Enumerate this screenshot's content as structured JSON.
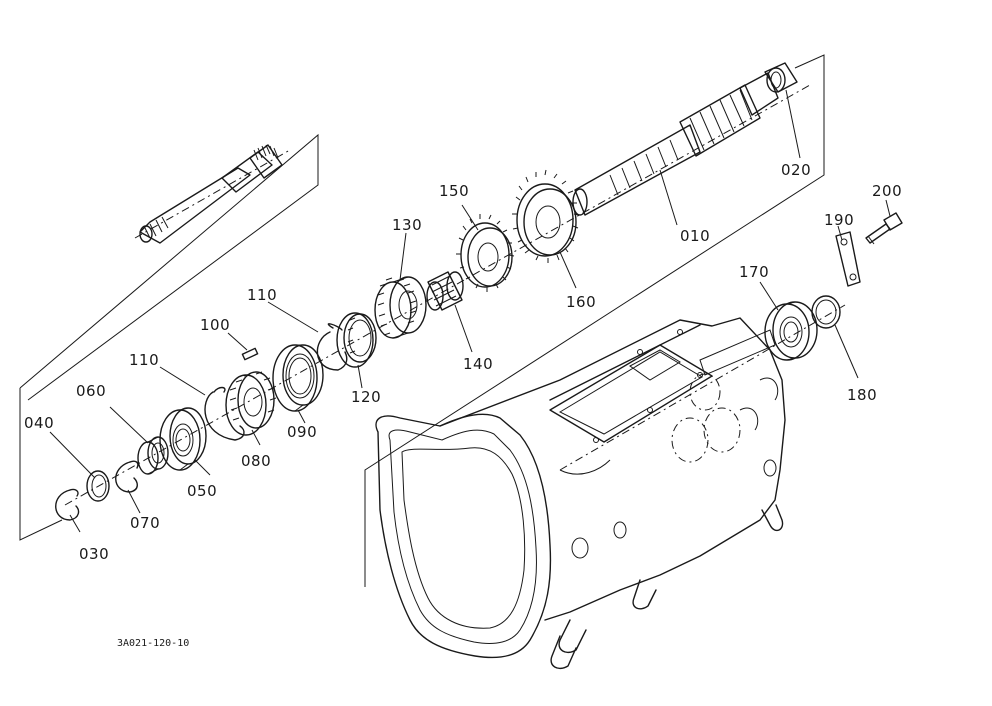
{
  "callouts": {
    "p010": "010",
    "p020": "020",
    "p030": "030",
    "p040": "040",
    "p050": "050",
    "p060": "060",
    "p070": "070",
    "p080": "080",
    "p090": "090",
    "p100": "100",
    "p110a": "110",
    "p110b": "110",
    "p120": "120",
    "p130": "130",
    "p140": "140",
    "p150": "150",
    "p160": "160",
    "p170": "170",
    "p180": "180",
    "p190": "190",
    "p200": "200"
  },
  "drawing_number": "3A021-120-10"
}
